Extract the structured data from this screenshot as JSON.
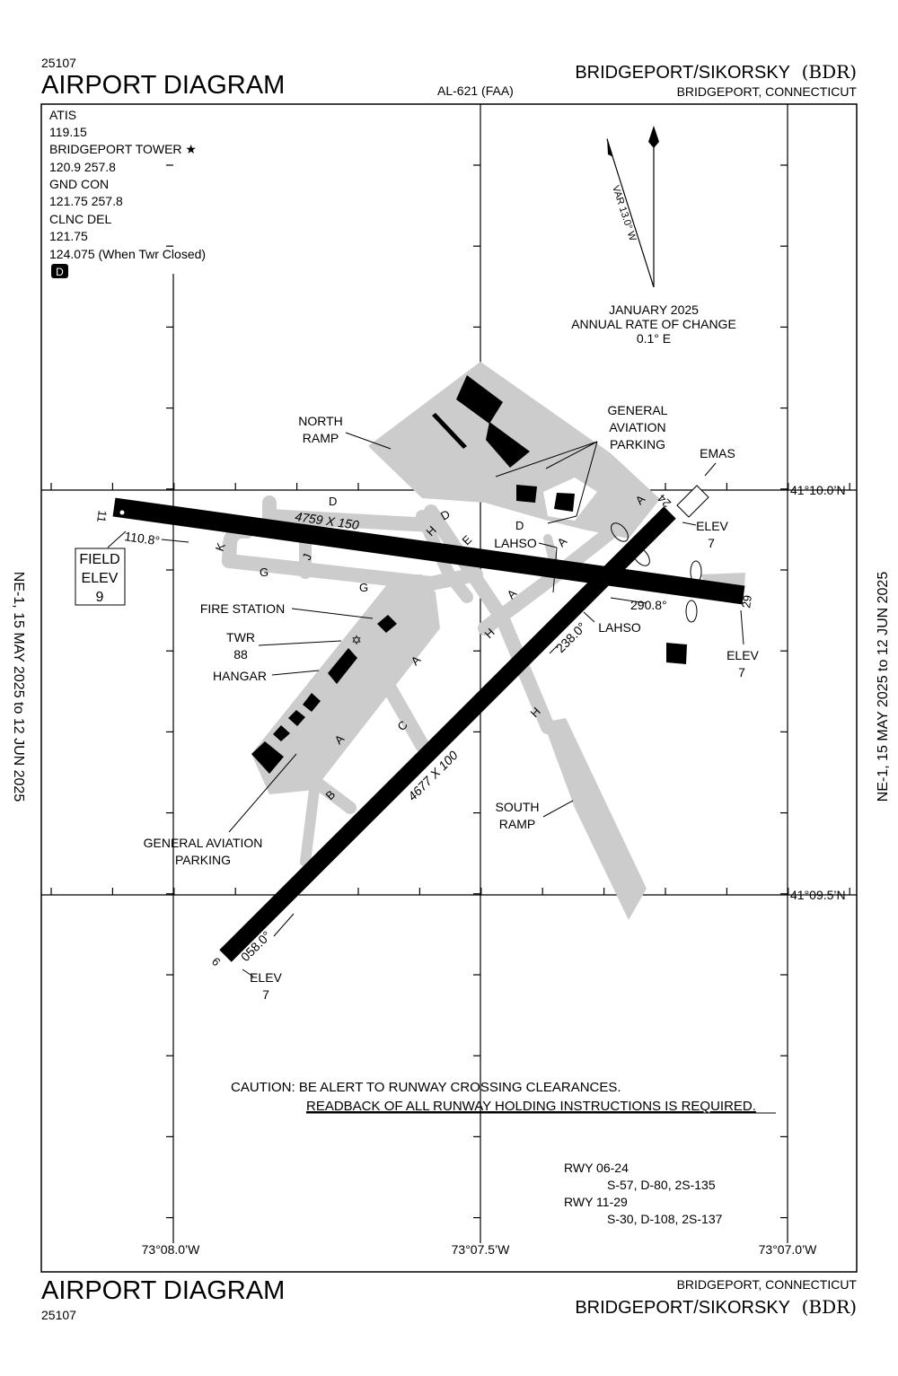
{
  "header": {
    "chart_number": "25107",
    "title": "AIRPORT DIAGRAM",
    "al_number": "AL-621 (FAA)",
    "airport_name": "BRIDGEPORT/SIKORSKY",
    "airport_id": "(BDR)",
    "location": "BRIDGEPORT, CONNECTICUT"
  },
  "footer": {
    "title": "AIRPORT DIAGRAM",
    "chart_number": "25107",
    "location": "BRIDGEPORT, CONNECTICUT",
    "airport_name": "BRIDGEPORT/SIKORSKY",
    "airport_id": "(BDR)"
  },
  "side_text": "NE-1, 15 MAY 2025 to 12 JUN 2025",
  "frequencies": [
    "ATIS",
    "119.15",
    "BRIDGEPORT TOWER ★",
    "120.9  257.8",
    "GND CON",
    "121.75  257.8",
    "CLNC DEL",
    "121.75",
    "124.075 (When Twr Closed)"
  ],
  "d_badge": "D",
  "magnetic": {
    "variation": "VAR 13.0° W",
    "epoch": "JANUARY 2025",
    "rate_label": "ANNUAL RATE OF CHANGE",
    "rate": "0.1° E"
  },
  "coords": {
    "lat_north": "41°10.0’N",
    "lat_south": "41°09.5’N",
    "lon_west": "73°08.0’W",
    "lon_mid": "73°07.5’W",
    "lon_east": "73°07.0’W"
  },
  "runways": {
    "r11": "11",
    "r29": "29",
    "r6": "6",
    "r24": "24",
    "dim_11_29": "4759 X 150",
    "dim_6_24": "4677 X 100",
    "hdg_110": "110.8°",
    "hdg_290": "290.8°",
    "hdg_058": "058.0°",
    "hdg_238": "238.0°"
  },
  "taxiways": [
    "D",
    "D",
    "D",
    "H",
    "E",
    "A",
    "K",
    "J",
    "G",
    "G",
    "A",
    "H",
    "A",
    "C",
    "A",
    "B",
    "H",
    "A"
  ],
  "labels": {
    "north_ramp": [
      "NORTH",
      "RAMP"
    ],
    "ga_parking_ne": [
      "GENERAL",
      "AVIATION",
      "PARKING"
    ],
    "emas": "EMAS",
    "elev_24": [
      "ELEV",
      "7"
    ],
    "elev_29": [
      "ELEV",
      "7"
    ],
    "elev_6": [
      "ELEV",
      "7"
    ],
    "field_elev": [
      "FIELD",
      "ELEV",
      "9"
    ],
    "lahso_1": "LAHSO",
    "lahso_2": "LAHSO",
    "fire_station": "FIRE STATION",
    "twr": [
      "TWR",
      "88"
    ],
    "hangar": "HANGAR",
    "ga_parking_sw": [
      "GENERAL AVIATION",
      "PARKING"
    ],
    "south_ramp": [
      "SOUTH",
      "RAMP"
    ]
  },
  "caution": {
    "line1": "CAUTION: BE ALERT TO RUNWAY CROSSING CLEARANCES.",
    "line2": "READBACK OF ALL RUNWAY HOLDING INSTRUCTIONS IS REQUIRED."
  },
  "strength": [
    "RWY 06-24",
    "S-57, D-80, 2S-135",
    "RWY 11-29",
    "S-30, D-108, 2S-137"
  ],
  "colors": {
    "pavement": "#cccccc",
    "runway": "#000000"
  }
}
